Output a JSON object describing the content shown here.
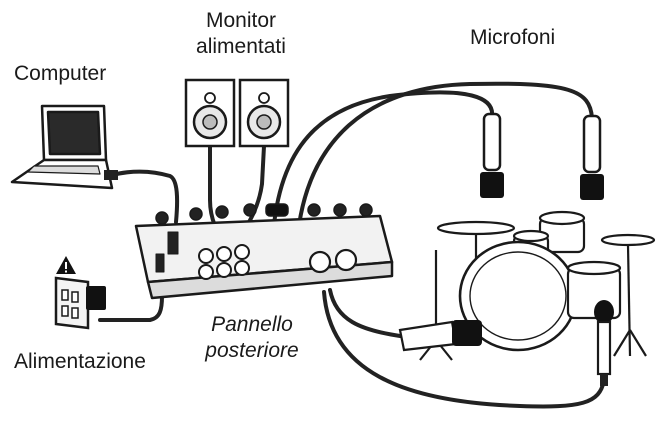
{
  "labels": {
    "monitor_line1": "Monitor",
    "monitor_line2": "alimentati",
    "microphones": "Microfoni",
    "computer": "Computer",
    "power": "Alimentazione",
    "rear_panel_line1": "Pannello",
    "rear_panel_line2": "posteriore"
  },
  "colors": {
    "ink": "#1a1a1a",
    "cable": "#222222",
    "body_fill": "#f2f2f2",
    "warning": "#111111"
  },
  "icons": [
    "laptop-icon",
    "power-outlet-icon",
    "power-adapter-icon",
    "warning-icon",
    "studio-monitor-icon",
    "microphone-icon",
    "audio-mixer-icon",
    "drum-kit-icon"
  ]
}
